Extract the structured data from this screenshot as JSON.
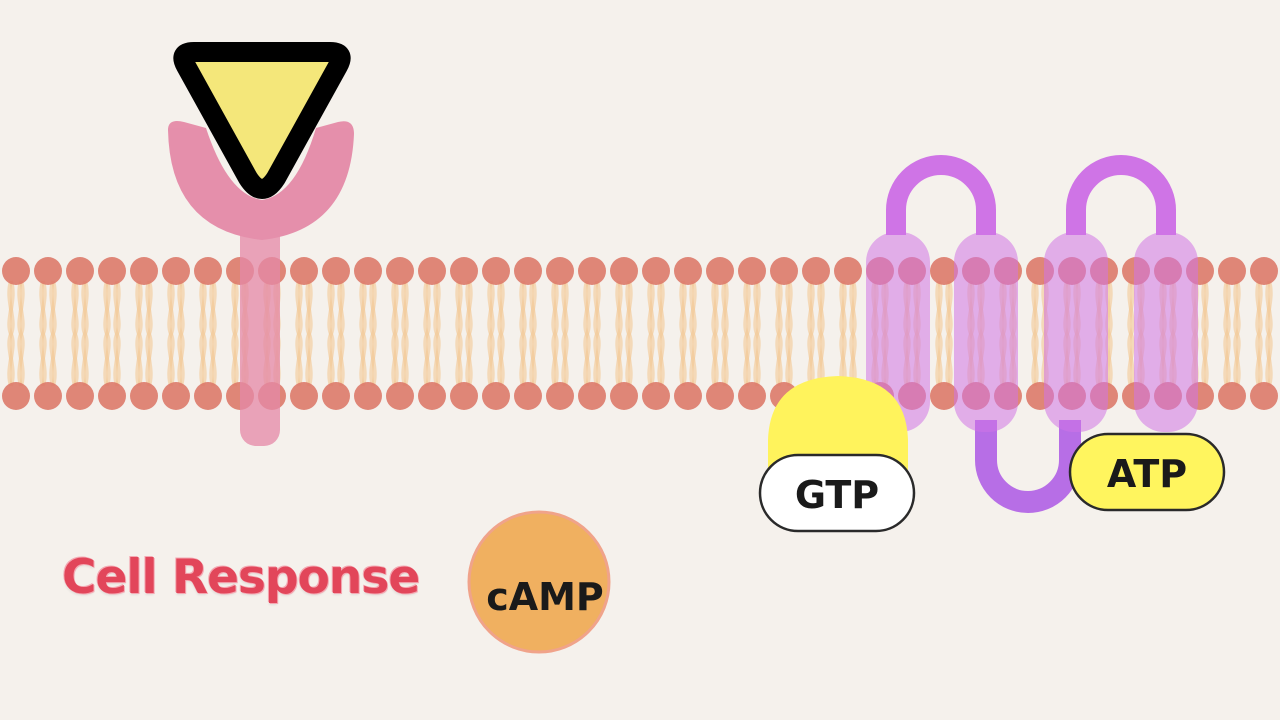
{
  "labels": {
    "gtp": "GTP",
    "atp": "ATP",
    "camp": "cAMP",
    "cell_response": "Cell Response"
  },
  "colors": {
    "background": "#f5f1ec",
    "phospholipid_head": "#dd7a6a",
    "phospholipid_tail": "#f2c58e",
    "receptor": "#e58aa8",
    "ligand_fill": "#f4e77a",
    "ligand_outline": "#000000",
    "g_protein": "#fff35c",
    "adenylyl_cyclase": "#cc6ee0",
    "camp": "#f0b060",
    "cell_response_text": "#e2465a"
  },
  "icons": {
    "ligand": "triangle-ligand",
    "receptor": "y-shaped-receptor",
    "enzyme": "transmembrane-loops"
  }
}
